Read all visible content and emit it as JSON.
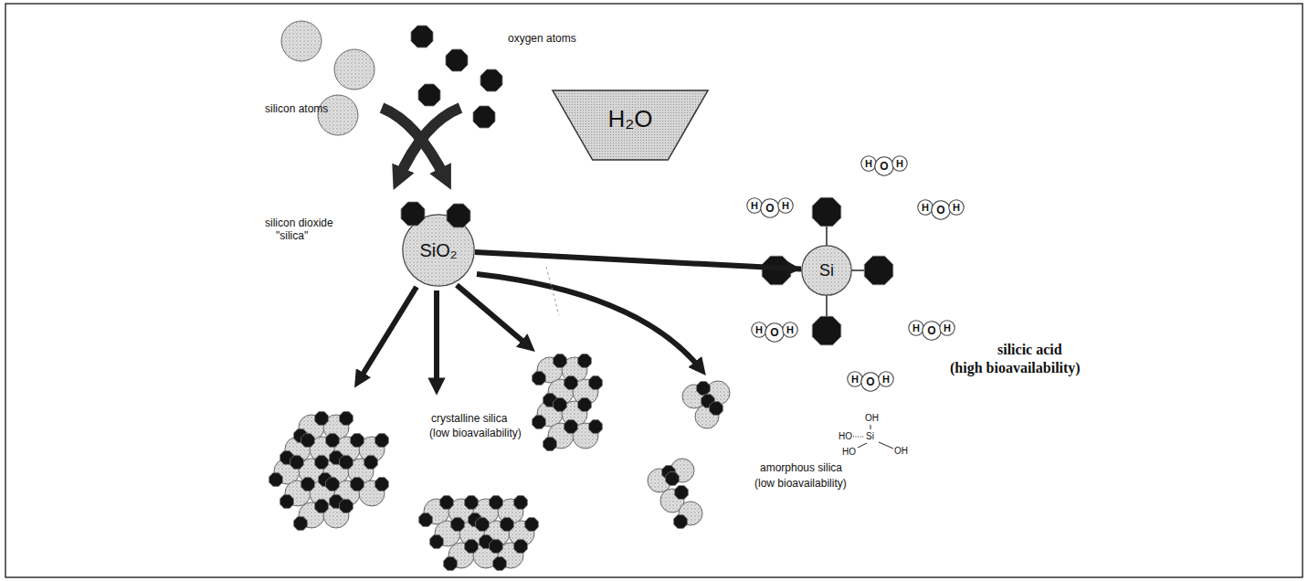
{
  "diagram": {
    "nodes": [
      {
        "text": [
          "SiO₂"
        ]
      },
      {
        "text": [
          "H₂O"
        ]
      },
      {
        "text": [
          "Si"
        ]
      },
      {
        "text": [
          "H"
        ]
      },
      {
        "text": [
          "O"
        ]
      },
      {
        "text": [
          "H"
        ]
      },
      {
        "text": [
          "H"
        ]
      },
      {
        "text": [
          "O"
        ]
      },
      {
        "text": [
          "H"
        ]
      },
      {
        "text": [
          "H"
        ]
      },
      {
        "text": [
          "O"
        ]
      },
      {
        "text": [
          "H"
        ]
      },
      {
        "text": [
          "H"
        ]
      },
      {
        "text": [
          "O"
        ]
      },
      {
        "text": [
          "H"
        ]
      },
      {
        "text": [
          "H"
        ]
      },
      {
        "text": [
          "O"
        ]
      },
      {
        "text": [
          "H"
        ]
      },
      {
        "text": [
          "H"
        ]
      },
      {
        "text": [
          "O"
        ]
      },
      {
        "text": [
          "H"
        ]
      }
    ],
    "edges": [
      {
        "from": 0,
        "to": 2,
        "arrow": "to"
      }
    ],
    "labels": [
      "oxygen atoms",
      "silicon atoms",
      "silicon dioxide",
      "\"silica\"",
      "crystalline silica",
      "(low bioavailability)",
      "silicic acid",
      "(high bioavailability)",
      "amorphous silica",
      "(low bioavailability)",
      "OH",
      "HO",
      "Si",
      "OH",
      "HO"
    ]
  }
}
